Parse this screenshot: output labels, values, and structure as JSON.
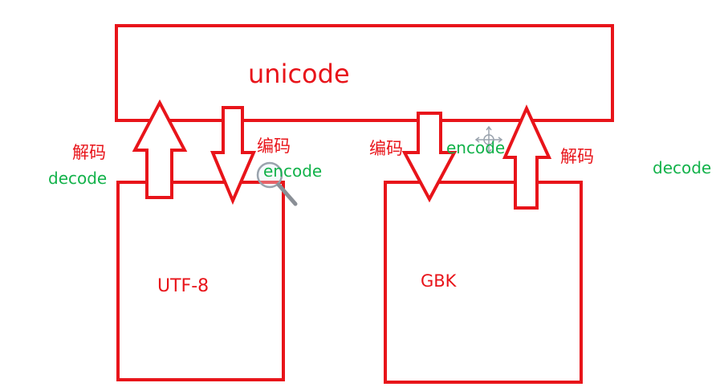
{
  "diagram": {
    "unicode_label": "unicode",
    "utf8_label": "UTF-8",
    "gbk_label": "GBK",
    "left_decode_cn": "解码",
    "left_decode_en": "decode",
    "left_encode_cn": "编码",
    "left_encode_en": "encode",
    "right_encode_cn": "编码",
    "right_encode_en": "encode",
    "right_decode_cn": "解码",
    "right_decode_en": "decode"
  },
  "colors": {
    "line": "#e8141a",
    "label_cn": "#e8141a",
    "label_en": "#12b24a"
  },
  "icons": [
    "magnifier-cursor-icon",
    "move-cursor-icon"
  ]
}
